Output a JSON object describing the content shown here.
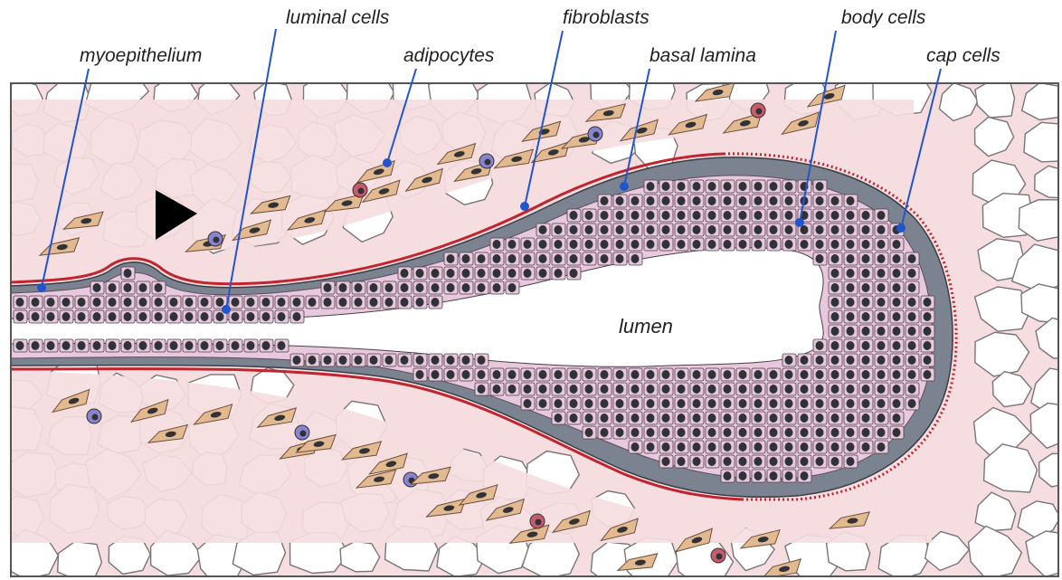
{
  "labels": {
    "myoepithelium": "myoepithelium",
    "luminal_cells": "luminal cells",
    "adipocytes": "adipocytes",
    "fibroblasts": "fibroblasts",
    "basal_lamina": "basal lamina",
    "body_cells": "body cells",
    "cap_cells": "cap cells",
    "lumen": "lumen"
  },
  "colors": {
    "stroma": "#f5dde0",
    "adipocyte_fill": "#ffffff",
    "adipocyte_edge": "#7a7478",
    "luminal_cell": "#e8c8dc",
    "myoepithelial_layer": "#7b8390",
    "basal_lamina": "#c0252f",
    "fibroblast": "#e3b98f",
    "immune_cell": "#8a84cf",
    "red_cell": "#c95a6c",
    "nucleus": "#2f3338",
    "leader_line": "#2255cc",
    "arrowhead": "#000000"
  },
  "icons": {
    "arrowhead": "black-triangle-arrowhead-icon",
    "leader_dot": "blue-dot-icon"
  }
}
